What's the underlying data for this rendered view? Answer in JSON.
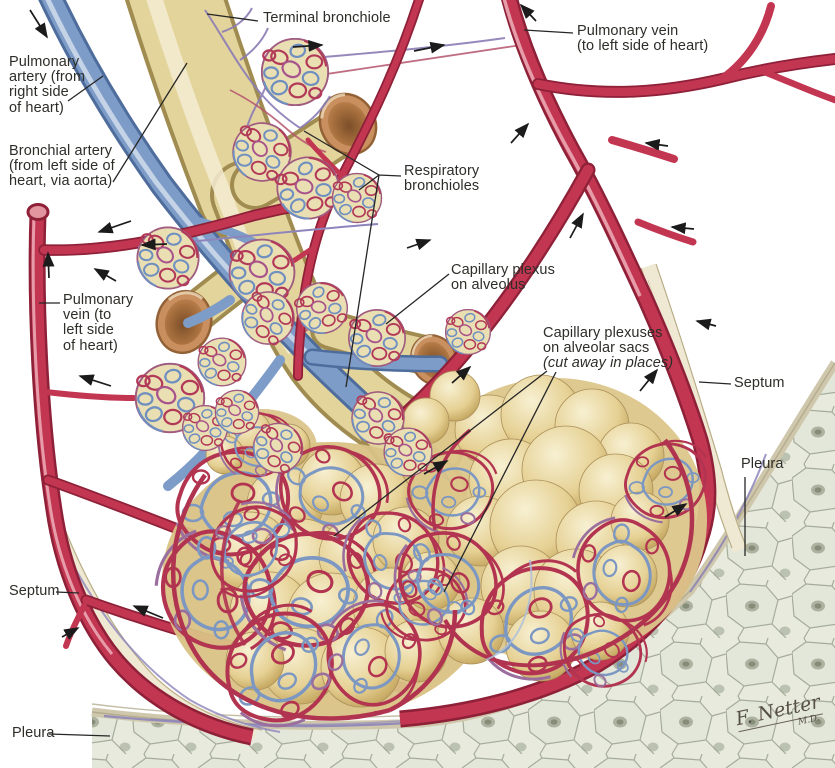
{
  "figure_type": "medical-illustration",
  "subject": "Pulmonary microcirculation: bronchioles, alveolar sacs, capillary plexuses, septa and pleura",
  "labels": {
    "terminal_bronchiole": "Terminal bronchiole",
    "pulmonary_vein_top": "Pulmonary vein\n(to left side of heart)",
    "pulmonary_artery": "Pulmonary\nartery (from\nright side\nof heart)",
    "bronchial_artery": "Bronchial artery\n(from left side of\nheart, via aorta)",
    "pulmonary_vein_left": "Pulmonary\nvein (to\nleft side\nof heart)",
    "respiratory_bronchioles": "Respiratory\nbronchioles",
    "capillary_plexus_alveolus": "Capillary plexus\non alveolus",
    "capillary_plexuses_sacs": "Capillary plexuses\non alveolar sacs",
    "capillary_plexuses_note": "(cut away in places)",
    "septum_right": "Septum",
    "pleura_right": "Pleura",
    "septum_left": "Septum",
    "pleura_left": "Pleura",
    "signature": "F. Netter",
    "signature_suffix": "M.D."
  },
  "colors": {
    "background": "#ffffff",
    "vein_red": "#c23652",
    "vein_red_dark": "#8e2038",
    "artery_blue": "#7e9cc8",
    "artery_blue_dark": "#4f6d9c",
    "bronchiole_tan": "#e3d49c",
    "bronchiole_edge": "#a08c50",
    "alveolus_gold": "#e2cd90",
    "capillary_purple": "#9a6f9e",
    "lymphatic_violet": "#8d85bb",
    "septum_beige": "#efe8d3",
    "pleura_cell": "#e7eadd",
    "label_text": "#2e2d28",
    "arrow_black": "#1b1b1b"
  }
}
